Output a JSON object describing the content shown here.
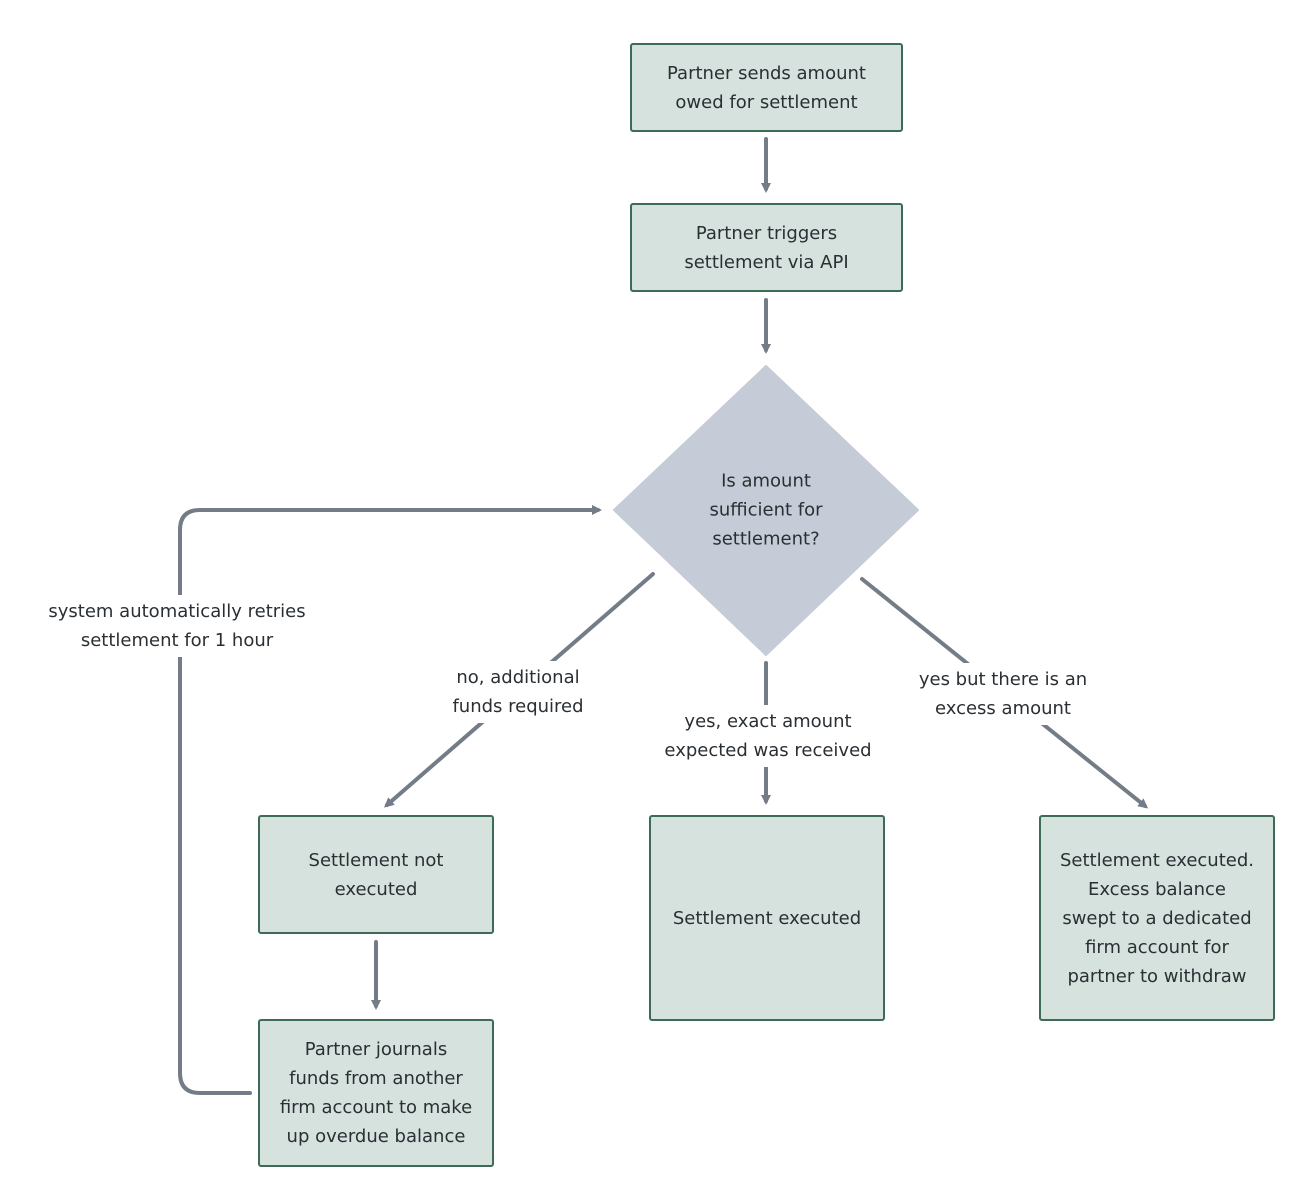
{
  "nodes": {
    "start": "Partner sends amount\nowed for settlement",
    "trigger": "Partner triggers\nsettlement via API",
    "decision": "Is amount\nsufficient for\nsettlement?",
    "not_executed": "Settlement not\nexecuted",
    "journal": "Partner journals\nfunds from another\nfirm account to make\nup overdue balance",
    "executed": "Settlement executed",
    "executed_excess": "Settlement executed.\nExcess balance\nswept to a dedicated\nfirm account for\npartner to withdraw"
  },
  "edge_labels": {
    "no": "no, additional\nfunds required",
    "exact": "yes, exact amount\nexpected was received",
    "excess": "yes but there is an\nexcess amount",
    "retry": "system automatically retries\nsettlement for 1 hour"
  },
  "colors": {
    "node_fill": "#d6e2de",
    "node_border": "#3d6b55",
    "decision_fill": "#c5ccd7",
    "connector": "#737c87"
  }
}
